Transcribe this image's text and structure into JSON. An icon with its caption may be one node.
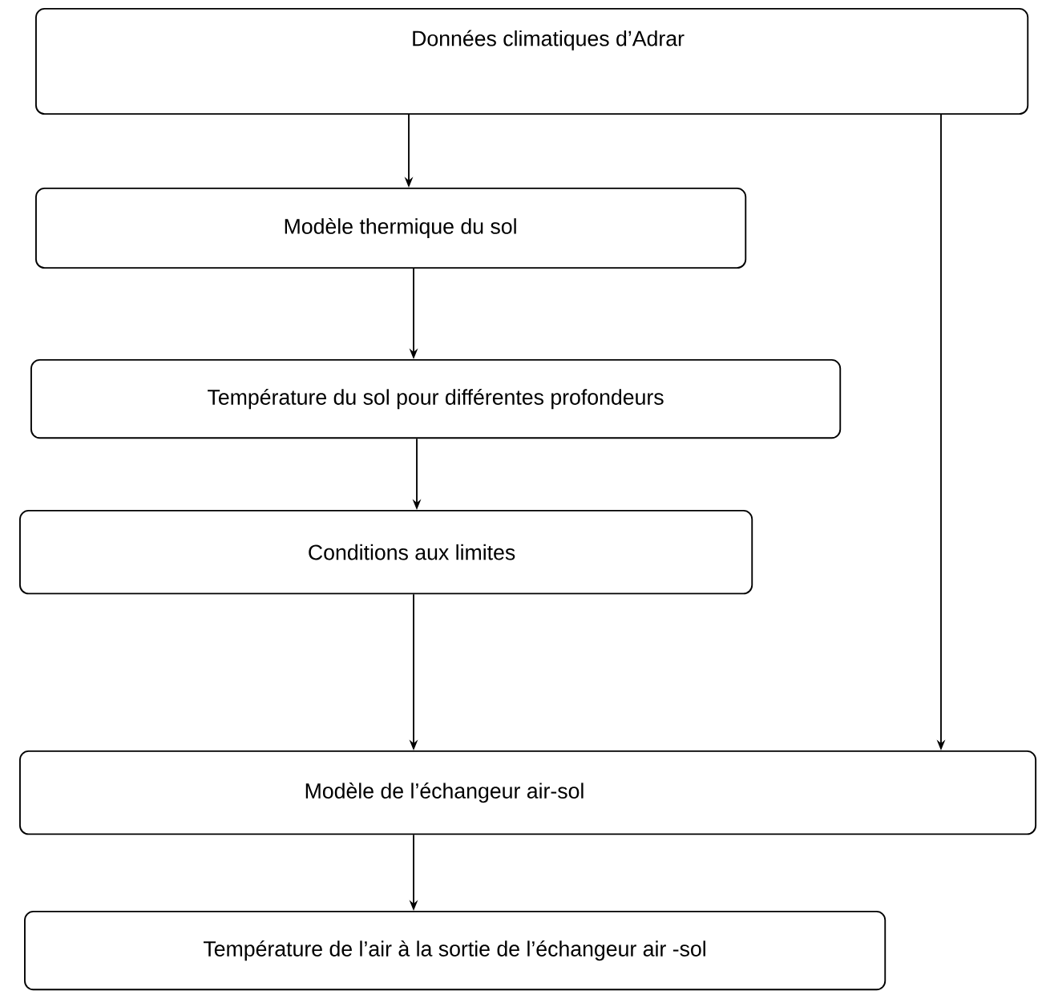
{
  "diagram": {
    "nodes": [
      {
        "text": [
          "Données climatiques d’Adrar"
        ]
      },
      {
        "text": [
          "Modèle thermique du sol"
        ]
      },
      {
        "text": [
          "Température du sol pour différentes profondeurs"
        ]
      },
      {
        "text": [
          "Conditions aux limites"
        ]
      },
      {
        "text": [
          "Modèle de l’échangeur air-sol"
        ]
      },
      {
        "text": [
          "Température de l’air à la sortie de l’échangeur air -sol"
        ]
      }
    ],
    "edges": [
      {
        "from": 0,
        "to": 1,
        "arrow": "to"
      },
      {
        "from": 1,
        "to": 2,
        "arrow": "to"
      },
      {
        "from": 2,
        "to": 3,
        "arrow": "to"
      },
      {
        "from": 3,
        "to": 4,
        "arrow": "to"
      },
      {
        "from": 0,
        "to": 4,
        "arrow": "to"
      },
      {
        "from": 4,
        "to": 5,
        "arrow": "to"
      }
    ]
  }
}
